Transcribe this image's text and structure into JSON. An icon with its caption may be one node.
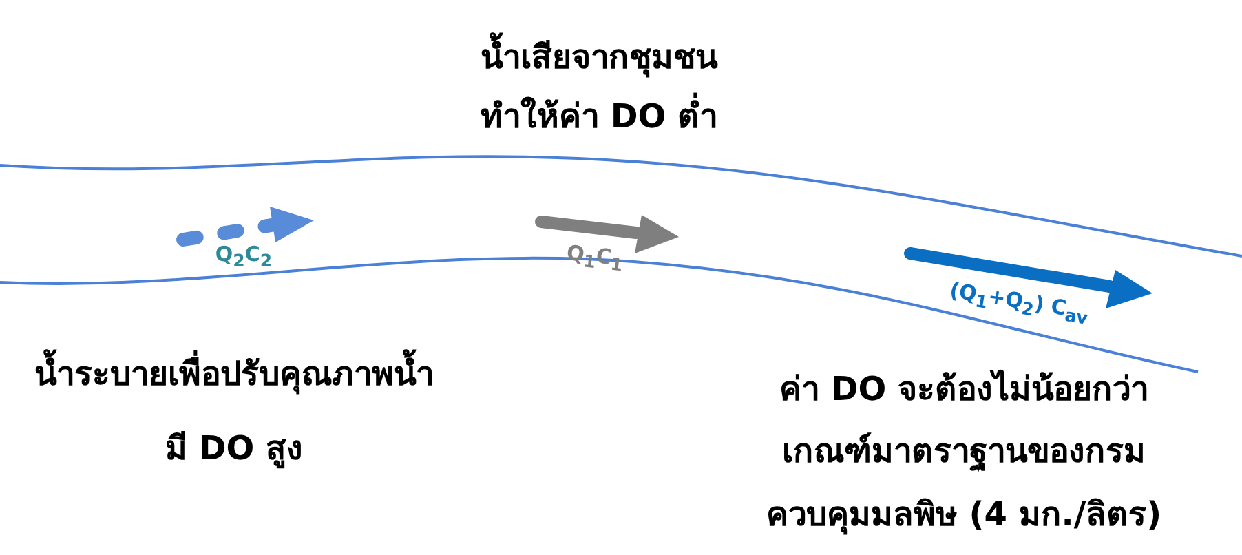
{
  "diagram": {
    "labels": [
      "น้ำเสียจากชุมชน",
      "ทำให้ค่า DO ต่ำ",
      "Q$_{2}$C$_{2}$",
      "Q$_{1}$C$_{1}$",
      "(Q$_{1}$+Q$_{2}$) C$_{av}$",
      "น้ำระบายเพื่อปรับคุณภาพน้ำ",
      "มี DO สูง",
      "ค่า DO จะต้องไม่น้อยกว่า",
      "เกณฑ์มาตราฐานของกรม",
      "ควบคุมมลพิษ (4 มก./ลิตร)"
    ]
  }
}
